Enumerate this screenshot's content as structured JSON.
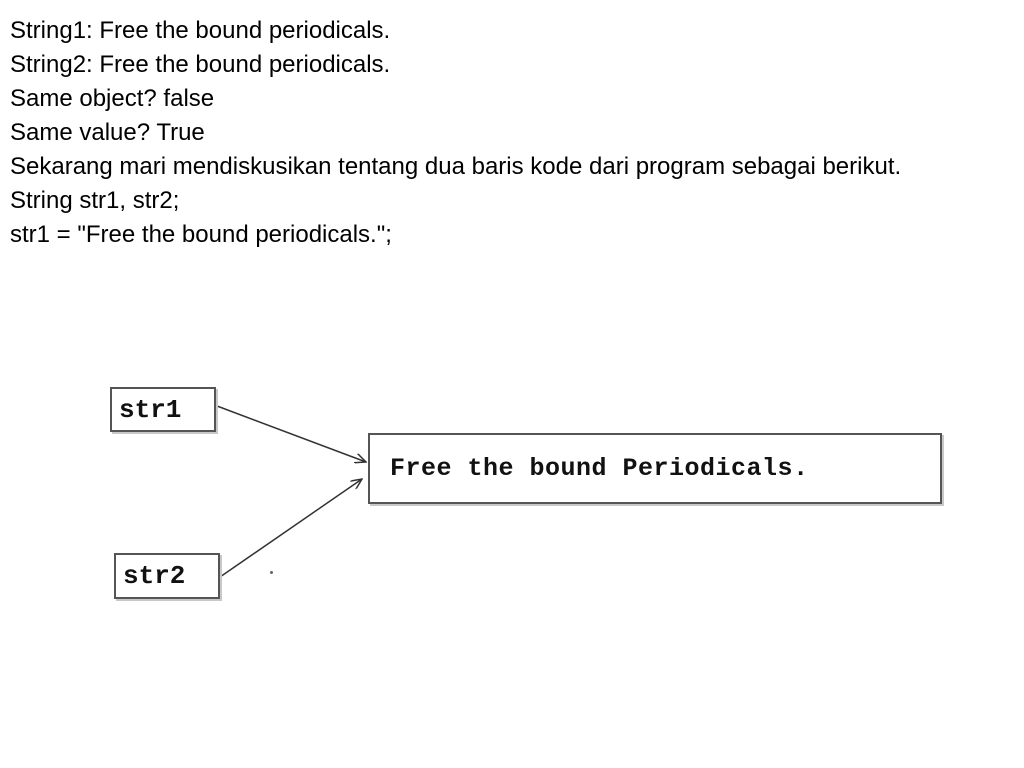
{
  "slide": {
    "lines": [
      "String1: Free the bound periodicals.",
      "String2: Free the bound periodicals.",
      "Same object? false",
      "Same value? True",
      "Sekarang mari mendiskusikan tentang dua baris kode dari program sebagai berikut.",
      "String str1, str2;",
      "str1 = \"Free the bound periodicals.\";"
    ]
  },
  "diagram": {
    "str1_label": "str1",
    "str2_label": "str2",
    "value_label": "Free the bound Periodicals."
  }
}
